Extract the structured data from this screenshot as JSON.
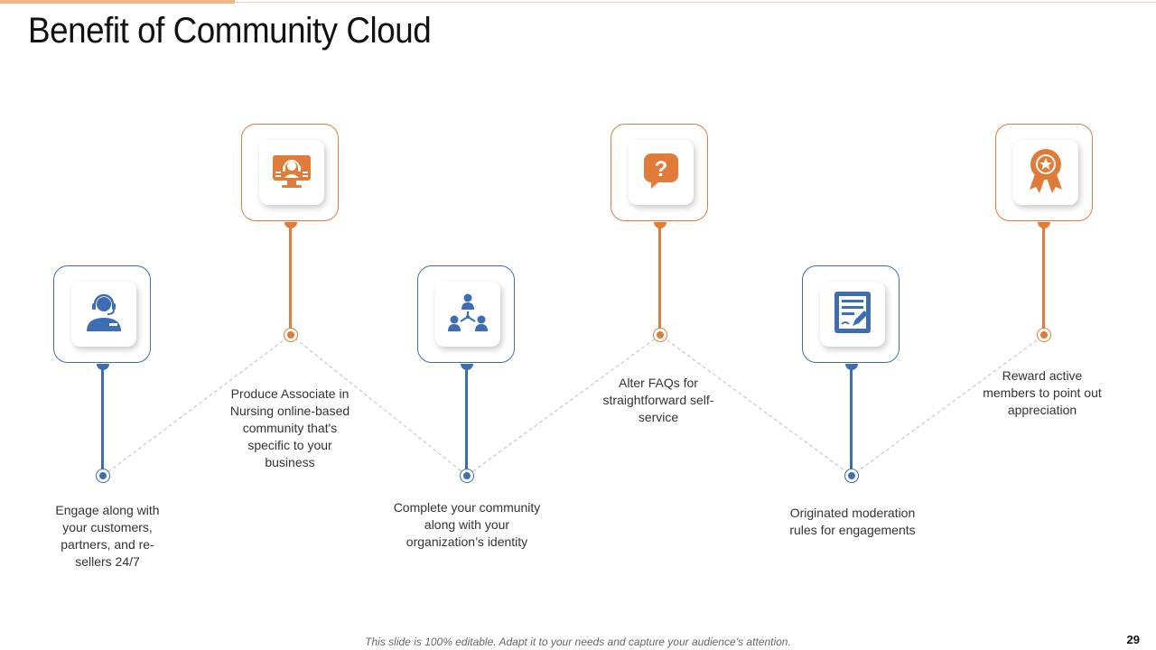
{
  "slide": {
    "title": "Benefit of Community Cloud",
    "footer": "This slide is 100% editable. Adapt it to your needs and capture your audience’s attention.",
    "page_number": "29"
  },
  "colors": {
    "orange": "#e07b39",
    "blue": "#3d6eb4",
    "dashed_line": "#c8c8c8"
  },
  "steps": [
    {
      "icon": "customer-support-agent-icon",
      "text": "Engage along with your customers, partners, and re-sellers 24/7"
    },
    {
      "icon": "computer-headset-support-icon",
      "text": "Produce Associate in Nursing online-based community that's specific to your business"
    },
    {
      "icon": "team-network-icon",
      "text": "Complete your community along with your organization’s identity"
    },
    {
      "icon": "question-chat-bubble-icon",
      "text": "Alter FAQs for straightforward self-service"
    },
    {
      "icon": "document-edit-icon",
      "text": "Originated moderation rules for engagements"
    },
    {
      "icon": "award-ribbon-icon",
      "text": "Reward active members to point out appreciation"
    }
  ]
}
